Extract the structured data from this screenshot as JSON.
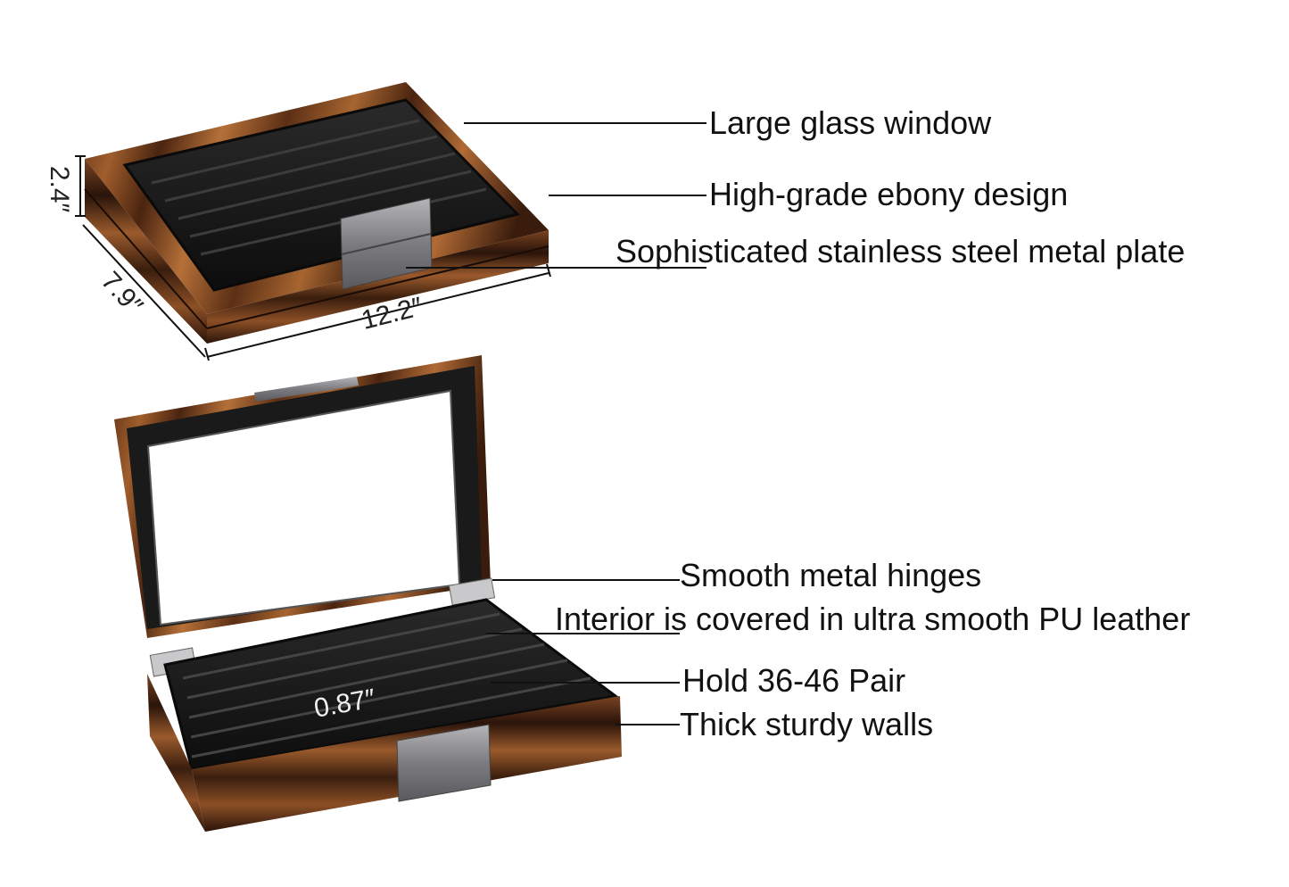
{
  "callouts": {
    "glass_window": "Large glass window",
    "ebony": "High-grade ebony design",
    "steel_plate": "Sophisticated stainless steel metal plate",
    "hinges": "Smooth metal hinges",
    "interior": "Interior is covered in ultra smooth PU leather",
    "capacity": "Hold 36-46 Pair",
    "walls": "Thick sturdy walls"
  },
  "dimensions": {
    "height": "2.4″",
    "depth": "7.9″",
    "width": "12.2″",
    "slot": "0.87″"
  },
  "colors": {
    "wood_dark": "#3a1e0e",
    "wood_mid": "#7a4322",
    "wood_light": "#b06a35",
    "leather": "#1a1a1a",
    "steel": "#8a8a8c",
    "line": "#111111"
  }
}
